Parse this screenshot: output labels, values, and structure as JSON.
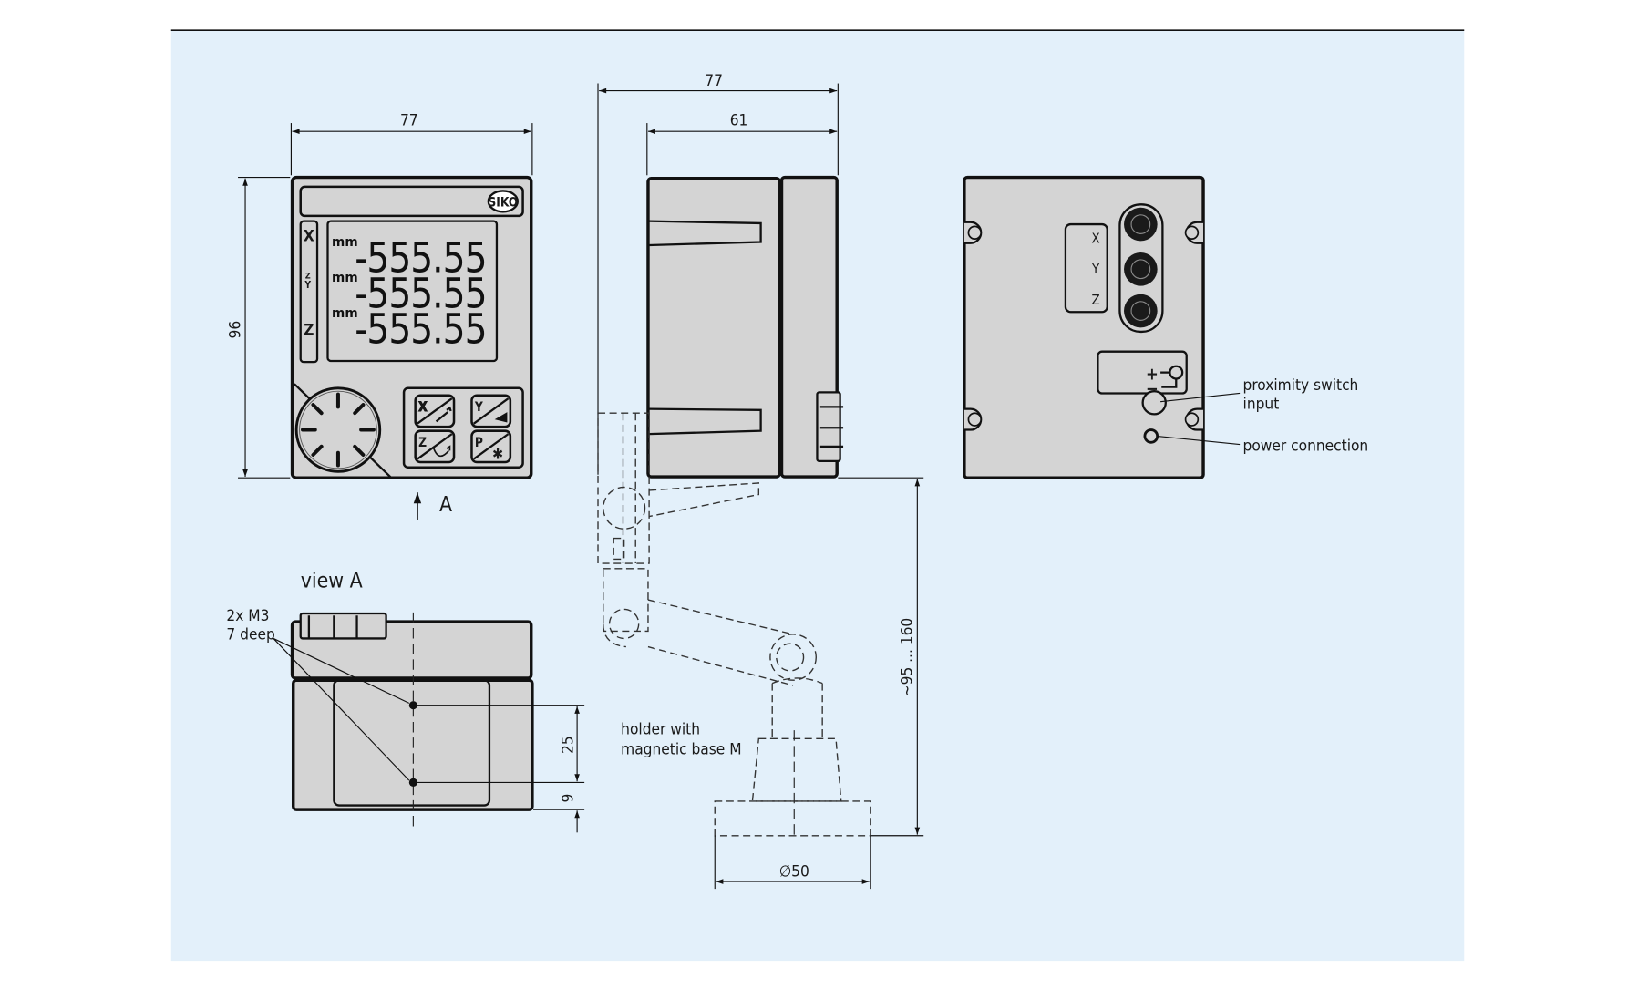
{
  "drawing": {
    "background": "#e3f0fa",
    "line_color": "#111111",
    "body_fill": "#d4d4d4",
    "brand_logo": "SIKO",
    "front_view": {
      "width_label": "77",
      "height_label": "96",
      "axis_labels": [
        "X",
        "Z",
        "Y",
        "Z"
      ],
      "display_rows": [
        {
          "unit": "mm",
          "value": "-555.55"
        },
        {
          "unit": "mm",
          "value": "-555.55"
        },
        {
          "unit": "mm",
          "value": "-555.55"
        }
      ],
      "keys": [
        {
          "label": "X",
          "symbol": "wrench"
        },
        {
          "label": "Y",
          "symbol": "triangle"
        },
        {
          "label": "Z",
          "symbol": "arrow-curve"
        },
        {
          "label": "P",
          "symbol": "star"
        }
      ],
      "view_arrow_label": "A"
    },
    "side_view": {
      "total_depth_label": "77",
      "body_depth_label": "61"
    },
    "back_view": {
      "connector_labels": [
        "X",
        "Y",
        "Z"
      ],
      "power_symbol_plus": "+",
      "power_symbol_minus": "−",
      "callouts": [
        {
          "text_line1": "proximity switch",
          "text_line2": "input"
        },
        {
          "text_line1": "power connection",
          "text_line2": ""
        }
      ]
    },
    "view_a": {
      "title": "view A",
      "hole_note_line1": "2x M3",
      "hole_note_line2": "7 deep",
      "hole_spacing_label": "25",
      "edge_offset_label": "9"
    },
    "holder": {
      "note_line1": "holder with",
      "note_line2": "magnetic base M",
      "height_range_label": "~95 ... 160",
      "base_diameter_label": "∅50"
    }
  }
}
